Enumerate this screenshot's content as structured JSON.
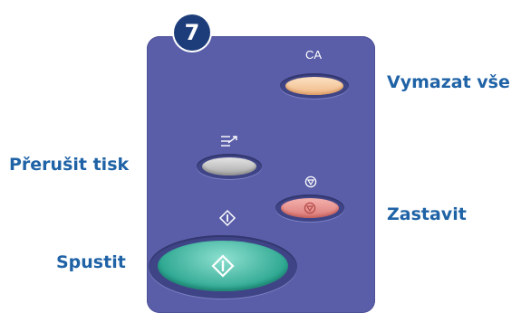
{
  "step_badge": "7",
  "buttons": {
    "clear_all": {
      "key_label": "CA",
      "callout": "Vymazat vše"
    },
    "interrupt": {
      "callout": "Přerušit tisk",
      "icon": "interrupt-print-icon"
    },
    "stop": {
      "callout": "Zastavit",
      "icon": "stop-icon"
    },
    "start": {
      "callout": "Spustit",
      "icon": "start-icon"
    }
  },
  "colors": {
    "panel": "#5a5ea8",
    "callout_text": "#1f63a6",
    "badge": "#1d3d7a",
    "ca_button": "#f0b886",
    "interrupt_button": "#b5b5b5",
    "stop_button": "#dc7a77",
    "start_button": "#2da791"
  }
}
